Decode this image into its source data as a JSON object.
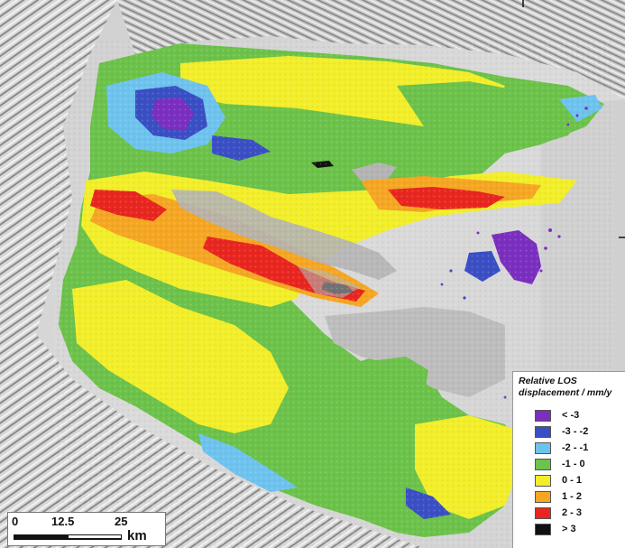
{
  "legend": {
    "title_line1": "Relative LOS",
    "title_line2": "displacement / mm/y",
    "items": [
      {
        "label": "< -3",
        "color": "#7b2fbf"
      },
      {
        "label": "-3 - -2",
        "color": "#3a4fc4"
      },
      {
        "label": "-2 - -1",
        "color": "#6ec3ee"
      },
      {
        "label": "-1 - 0",
        "color": "#6cc24a"
      },
      {
        "label": "0 - 1",
        "color": "#f2ee2a"
      },
      {
        "label": "1 - 2",
        "color": "#f5a623"
      },
      {
        "label": "2 - 3",
        "color": "#e8261f"
      },
      {
        "label": "> 3",
        "color": "#111111"
      }
    ]
  },
  "scalebar": {
    "tick_0": "0",
    "tick_1": "12.5",
    "tick_2": "25",
    "unit": "km"
  },
  "colors": {
    "water": "#b4b4b4",
    "relief_light": "#e6e6e6",
    "relief_dark": "#6e6e6e"
  }
}
